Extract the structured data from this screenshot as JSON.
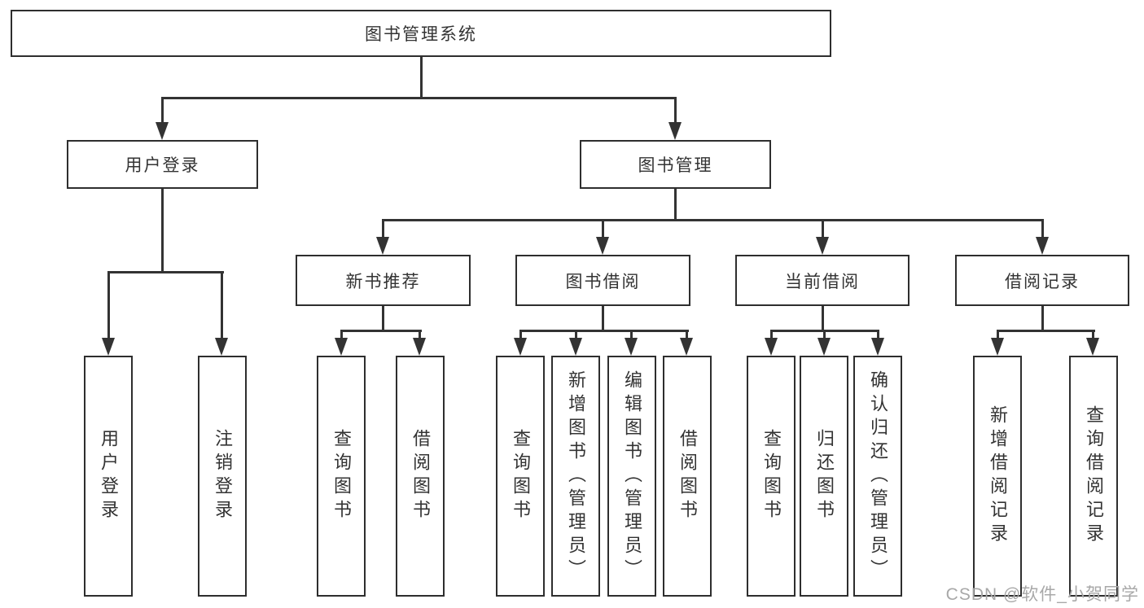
{
  "tree": {
    "root": {
      "label": "图书管理系统"
    },
    "children": [
      {
        "label": "用户登录",
        "children": [
          "用户登录",
          "注销登录"
        ]
      },
      {
        "label": "图书管理",
        "children": [
          {
            "label": "新书推荐",
            "children": [
              "查询图书",
              "借阅图书"
            ]
          },
          {
            "label": "图书借阅",
            "children": [
              "查询图书",
              "新增图书（管理员）",
              "编辑图书（管理员）",
              "借阅图书"
            ]
          },
          {
            "label": "当前借阅",
            "children": [
              "查询图书",
              "归还图书",
              "确认归还（管理员）"
            ]
          },
          {
            "label": "借阅记录",
            "children": [
              "新增借阅记录",
              "查询借阅记录"
            ]
          }
        ]
      }
    ]
  },
  "watermark": {
    "text": "CSDN @软件_小贺同学"
  },
  "colors": {
    "line": "#333333",
    "box_border": "#2e2e2e",
    "text": "#333333",
    "watermark": "#a8a8a8",
    "background": "#ffffff"
  }
}
